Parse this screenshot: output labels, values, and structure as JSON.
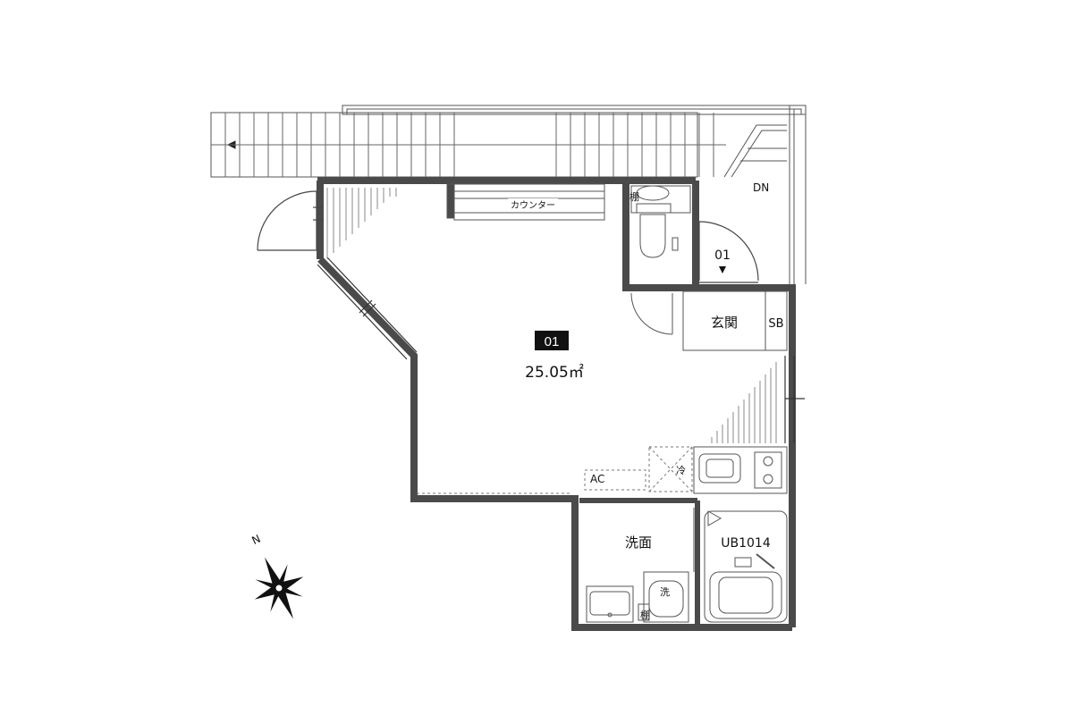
{
  "floorplan": {
    "unit_number": "01",
    "area": "25.05㎡",
    "entrance_number": "01",
    "stair_direction": "DN"
  },
  "rooms": {
    "counter": "カウンター",
    "genkan": "玄関",
    "shoebox": "SB",
    "aircon": "AC",
    "fridge": "冷",
    "washroom": "洗面",
    "bath": "UB1014",
    "toilet_shelf": "棚",
    "washer": "洗",
    "washer_shelf": "棚"
  },
  "compass": {
    "north": "N"
  },
  "colors": {
    "wall": "#4a4a4a",
    "line": "#555555",
    "label_bg": "#111111"
  }
}
